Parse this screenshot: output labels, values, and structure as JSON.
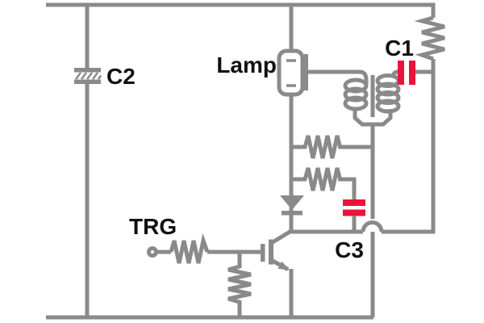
{
  "diagram": {
    "type": "circuit-schematic",
    "background": "#ffffff",
    "colors": {
      "wire": "#8a8a8a",
      "capacitor_highlight": "#e9133c",
      "label": "#111111"
    },
    "labels": {
      "lamp": "Lamp",
      "c1": "C1",
      "c2": "C2",
      "c3": "C3",
      "trg": "TRG"
    },
    "components": [
      {
        "id": "c2",
        "type": "capacitor-hatched",
        "label": "C2"
      },
      {
        "id": "lamp",
        "type": "flash-lamp-with-trigger-plate",
        "label": "Lamp"
      },
      {
        "id": "trigger-transformer",
        "type": "autotransformer-two-windings",
        "label": ""
      },
      {
        "id": "c1",
        "type": "capacitor",
        "label": "C1"
      },
      {
        "id": "charging-resistor",
        "type": "resistor-vertical",
        "label": ""
      },
      {
        "id": "upper-resistor",
        "type": "resistor-horizontal",
        "label": ""
      },
      {
        "id": "lower-resistor",
        "type": "resistor-horizontal",
        "label": ""
      },
      {
        "id": "diode",
        "type": "diode-down",
        "label": ""
      },
      {
        "id": "c3",
        "type": "capacitor",
        "label": "C3"
      },
      {
        "id": "trg-terminal",
        "type": "input-terminal",
        "label": "TRG"
      },
      {
        "id": "gate-resistor",
        "type": "resistor-horizontal",
        "label": ""
      },
      {
        "id": "pulldown-resistor",
        "type": "resistor-vertical",
        "label": ""
      },
      {
        "id": "switching-transistor",
        "type": "igbt",
        "label": ""
      }
    ],
    "wire_hop": {
      "at": "secondary-stem-crossing",
      "style": "semicircle-bridge"
    }
  }
}
